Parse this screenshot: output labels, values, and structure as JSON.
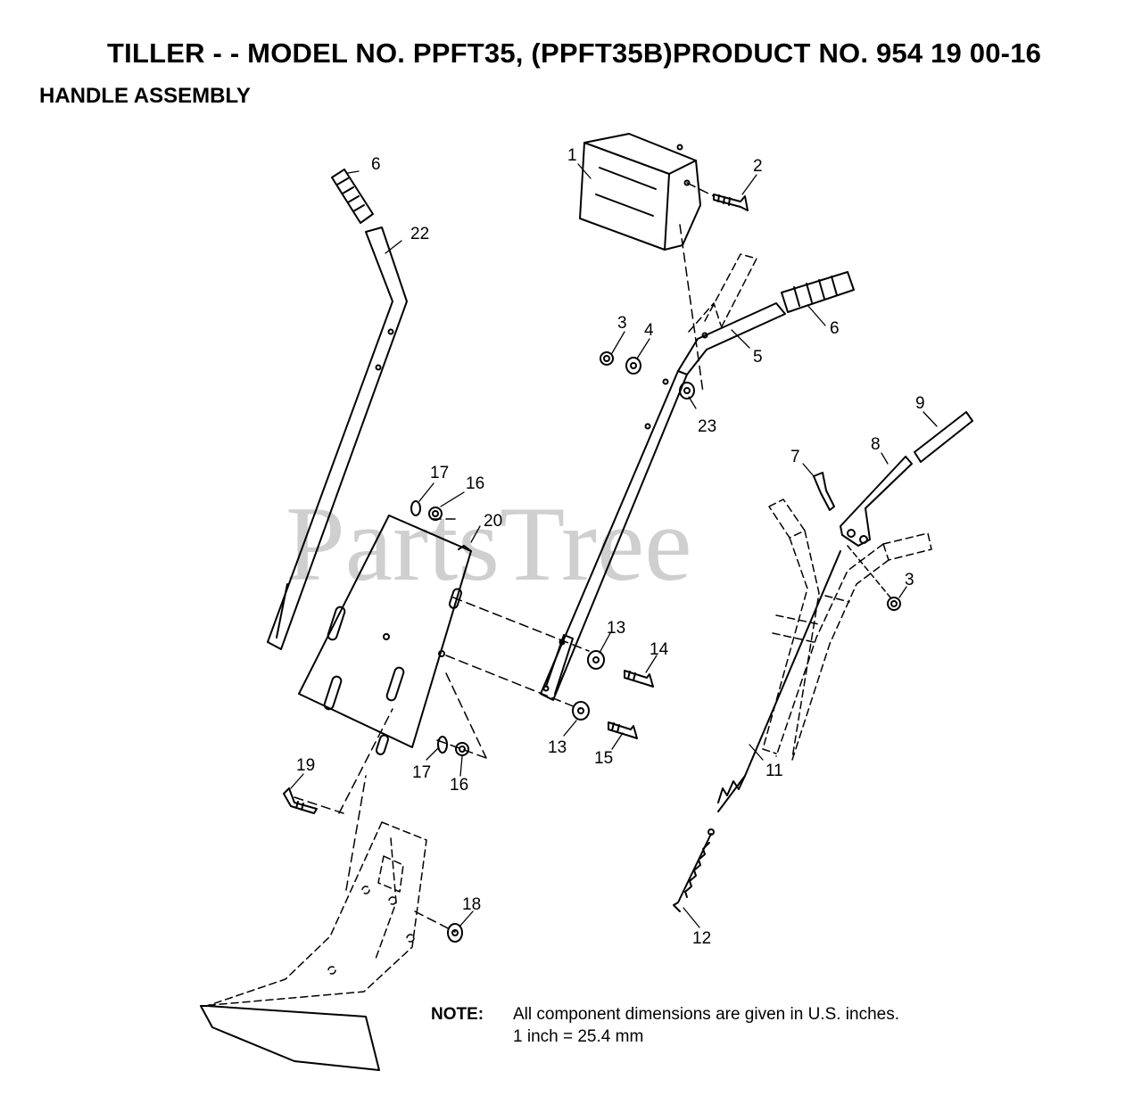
{
  "header": {
    "title": "TILLER - - MODEL NO. PPFT35, (PPFT35B)PRODUCT NO. 954 19 00-16",
    "subtitle": "HANDLE ASSEMBLY"
  },
  "watermark": {
    "text": "PartsTree"
  },
  "note": {
    "label": "NOTE:",
    "line1": "All component dimensions are given in U.S. inches.",
    "line2": "1 inch = 25.4 mm"
  },
  "callouts": {
    "c1": "1",
    "c2": "2",
    "c3a": "3",
    "c3b": "3",
    "c4": "4",
    "c5": "5",
    "c6a": "6",
    "c6b": "6",
    "c7": "7",
    "c8": "8",
    "c9": "9",
    "c11": "11",
    "c12": "12",
    "c13a": "13",
    "c13b": "13",
    "c14": "14",
    "c15": "15",
    "c16a": "16",
    "c16b": "16",
    "c17a": "17",
    "c17b": "17",
    "c18": "18",
    "c19": "19",
    "c20": "20",
    "c22": "22",
    "c23": "23"
  }
}
